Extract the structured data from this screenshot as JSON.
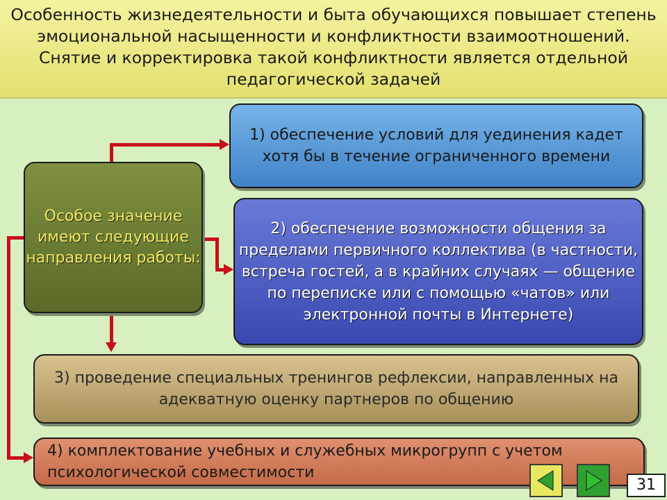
{
  "header": {
    "text": "Особенность жизнедеятельности и быта обучающихся повышает степень эмоциональной насыщенности и конфликтности взаимоотношений. Снятие и корректировка такой конфликтности является отдельной педагогической задачей"
  },
  "center_box": {
    "text": "Особое значение имеют следующие направления работы:"
  },
  "items": [
    {
      "text": "1) обеспечение условий для уединения кадет хотя бы в течение ограниченного времени"
    },
    {
      "text": "2) обеспечение возможности общения за пределами первичного коллектива (в частности, встреча гостей, а в крайних случаях — общение по переписке или с помощью «чатов» или электронной почты в Интернете)"
    },
    {
      "text": "3) проведение специальных тренингов рефлексии, направленных на адекватную оценку партнеров по общению"
    },
    {
      "text": "4) комплектование учебных и служебных микрогрупп с учетом психологической совместимости"
    }
  ],
  "navigation": {
    "prev_icon": "triangle-left-icon",
    "next_icon": "triangle-right-icon",
    "page_number": "31"
  },
  "colors": {
    "arrow": "#c8101a",
    "header_bg": "#e8e47a",
    "page_bg": "#d8f0c0"
  }
}
